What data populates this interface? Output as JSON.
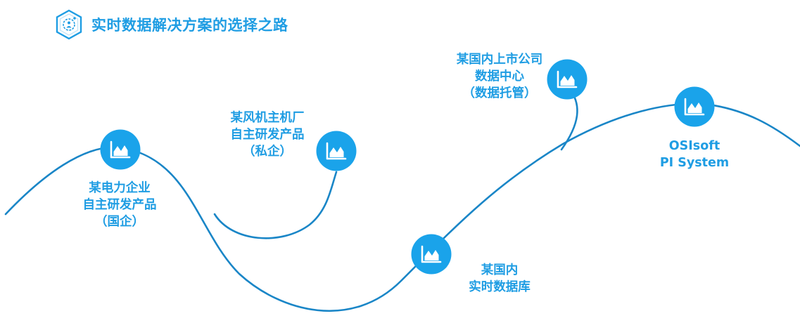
{
  "header": {
    "title": "实时数据解决方案的选择之路",
    "icon": "gear-people-icon"
  },
  "colors": {
    "accent": "#1f9de3",
    "curve": "#1a86c7",
    "node": "#1aa3ea"
  },
  "milestones": [
    {
      "id": "state-owned",
      "lines": [
        "某电力企业",
        "自主研发产品",
        "（国企）"
      ]
    },
    {
      "id": "private",
      "lines": [
        "某风机主机厂",
        "自主研发产品",
        "（私企）"
      ]
    },
    {
      "id": "domestic-db",
      "lines": [
        "某国内",
        "实时数据库"
      ]
    },
    {
      "id": "listed-dc",
      "lines": [
        "某国内上市公司",
        "数据中心",
        "（数据托管）"
      ]
    },
    {
      "id": "osisoft",
      "lines": [
        "OSIsoft",
        "PI System"
      ]
    }
  ]
}
